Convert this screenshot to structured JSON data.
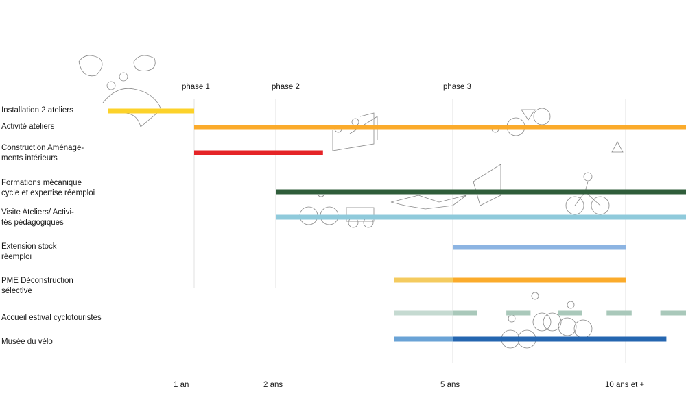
{
  "chart_data": {
    "type": "gantt",
    "x_unit": "years",
    "x_ticks": [
      {
        "value": 1,
        "label": "1 an"
      },
      {
        "value": 2,
        "label": "2 ans"
      },
      {
        "value": 5,
        "label": "5 ans"
      },
      {
        "value": 10,
        "label": "10 ans et +"
      }
    ],
    "phases": [
      {
        "label": "phase 1",
        "at": 1
      },
      {
        "label": "phase 2",
        "at": 2
      },
      {
        "label": "phase 3",
        "at": 5
      }
    ],
    "rows": [
      {
        "label": "Installation 2 ateliers",
        "segments": [
          {
            "start": 0,
            "end": 1,
            "color": "#fcd22a"
          }
        ]
      },
      {
        "label": "Activité ateliers",
        "segments": [
          {
            "start": 1,
            "end": 12,
            "color": "#fbab2b"
          }
        ]
      },
      {
        "label": "Construction Aménage-\nments intérieurs",
        "segments": [
          {
            "start": 1,
            "end": 2.8,
            "color": "#e52427"
          }
        ]
      },
      {
        "label": "Formations mécanique\ncycle et expertise réemploi",
        "segments": [
          {
            "start": 2,
            "end": 12,
            "color": "#2f5d3a"
          }
        ]
      },
      {
        "label": "Visite Ateliers/ Activi-\ntés pédagogiques",
        "segments": [
          {
            "start": 2,
            "end": 12,
            "color": "#8fcadb"
          }
        ]
      },
      {
        "label": "Extension stock\nréemploi",
        "segments": [
          {
            "start": 5,
            "end": 10,
            "color": "#8cb4e2"
          }
        ]
      },
      {
        "label": "PME Déconstruction\nsélective",
        "segments": [
          {
            "start": 4,
            "end": 5,
            "color": "#f4cb5f"
          },
          {
            "start": 5,
            "end": 10,
            "color": "#fbab2b"
          }
        ]
      },
      {
        "label": "Accueil estival cyclotouristes",
        "segments": [
          {
            "start": 4,
            "end": 5,
            "color": "#c5dad1"
          },
          {
            "start": 5,
            "end": 5.7,
            "color": "#a9c8ba"
          },
          {
            "start": 6.55,
            "end": 7.25,
            "color": "#a9c8ba"
          },
          {
            "start": 8.05,
            "end": 8.75,
            "color": "#a9c8ba"
          },
          {
            "start": 9.45,
            "end": 10.2,
            "color": "#a9c8ba"
          },
          {
            "start": 11.15,
            "end": 12,
            "color": "#a9c8ba"
          }
        ]
      },
      {
        "label": "Musée du vélo",
        "segments": [
          {
            "start": 4,
            "end": 5,
            "color": "#6aa3d6"
          },
          {
            "start": 5,
            "end": 11.35,
            "color": "#2566b0"
          }
        ]
      }
    ]
  }
}
